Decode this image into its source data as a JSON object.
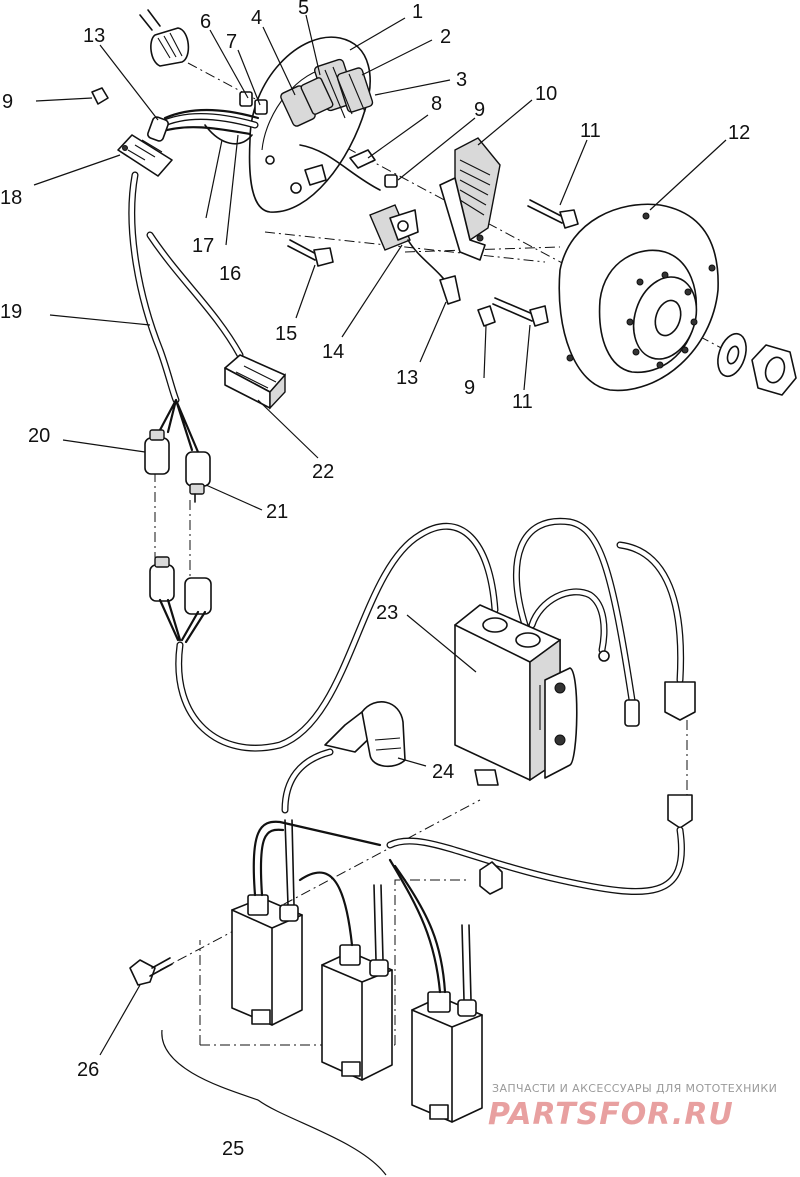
{
  "callouts": [
    {
      "id": "1",
      "text": "1"
    },
    {
      "id": "2",
      "text": "2"
    },
    {
      "id": "3",
      "text": "3"
    },
    {
      "id": "4",
      "text": "4"
    },
    {
      "id": "5",
      "text": "5"
    },
    {
      "id": "6",
      "text": "6"
    },
    {
      "id": "7",
      "text": "7"
    },
    {
      "id": "8",
      "text": "8"
    },
    {
      "id": "9a",
      "text": "9"
    },
    {
      "id": "9b",
      "text": "9"
    },
    {
      "id": "9c",
      "text": "9"
    },
    {
      "id": "10",
      "text": "10"
    },
    {
      "id": "11a",
      "text": "11"
    },
    {
      "id": "11b",
      "text": "11"
    },
    {
      "id": "12",
      "text": "12"
    },
    {
      "id": "13a",
      "text": "13"
    },
    {
      "id": "13b",
      "text": "13"
    },
    {
      "id": "14",
      "text": "14"
    },
    {
      "id": "15",
      "text": "15"
    },
    {
      "id": "16",
      "text": "16"
    },
    {
      "id": "17",
      "text": "17"
    },
    {
      "id": "18",
      "text": "18"
    },
    {
      "id": "19",
      "text": "19"
    },
    {
      "id": "20",
      "text": "20"
    },
    {
      "id": "21",
      "text": "21"
    },
    {
      "id": "22",
      "text": "22"
    },
    {
      "id": "23",
      "text": "23"
    },
    {
      "id": "24",
      "text": "24"
    },
    {
      "id": "25",
      "text": "25"
    },
    {
      "id": "26",
      "text": "26"
    }
  ],
  "watermark": {
    "tagline": "ЗАПЧАСТИ И АКСЕССУАРЫ ДЛЯ МОТОТЕХНИКИ",
    "logo": "PARTSFOR.RU"
  }
}
